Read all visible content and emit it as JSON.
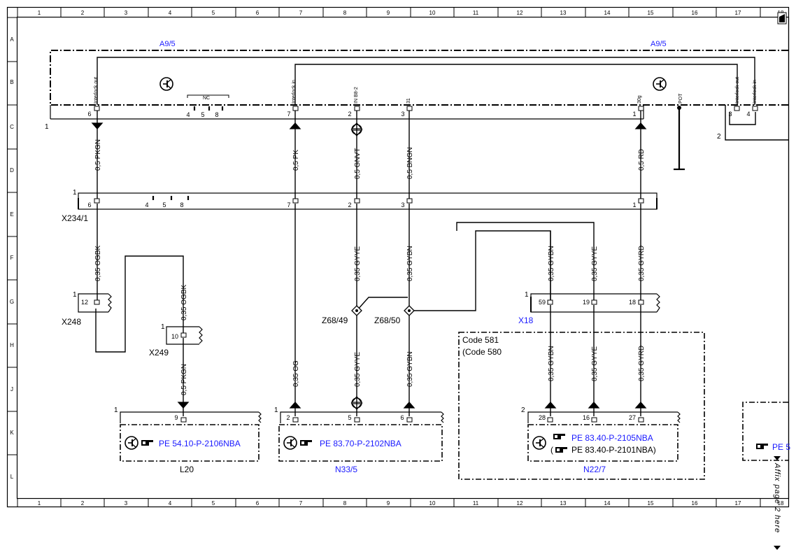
{
  "grid": {
    "columns": [
      "1",
      "2",
      "3",
      "4",
      "5",
      "6",
      "7",
      "8",
      "9",
      "10",
      "11",
      "12",
      "13",
      "14",
      "15",
      "16",
      "17",
      "18"
    ],
    "rows": [
      "A",
      "B",
      "C",
      "D",
      "E",
      "F",
      "G",
      "H",
      "J",
      "K",
      "L"
    ]
  },
  "components": {
    "a9_left": "A9/5",
    "a9_right": "A9/5",
    "x234": "X234/1",
    "x248": "X248",
    "x249": "X249",
    "x18": "X18",
    "z68_49": "Z68/49",
    "z68_50": "Z68/50",
    "l20": "L20",
    "n33": "N33/5",
    "n22": "N22/7"
  },
  "a9_pins": {
    "interlock_out": "Interlock out",
    "interlock_in": "Interlock in",
    "in_b8": "IN B8-2",
    "p31": "31",
    "p30g": "30g",
    "pot": "POT",
    "nc": "NC",
    "interlock_out_r": "Interlock out",
    "interlock_in_r": "Interlock in"
  },
  "pin_numbers": {
    "a9_6": "6",
    "a9_4": "4",
    "a9_5": "5",
    "a9_8": "8",
    "a9_7": "7",
    "a9_2": "2",
    "a9_3": "3",
    "a9_1": "1",
    "a9_r3": "3",
    "a9_r4": "4",
    "x234_6": "6",
    "x234_4": "4",
    "x234_5": "5",
    "x234_8": "8",
    "x234_7": "7",
    "x234_2": "2",
    "x234_3": "3",
    "x234_1": "1",
    "x248_12": "12",
    "x249_10": "10",
    "x18_59": "59",
    "x18_19": "19",
    "x18_18": "18",
    "l20_9": "9",
    "n33_2": "2",
    "n33_5": "5",
    "n33_6": "6",
    "n22_28": "28",
    "n22_16": "16",
    "n22_27": "27"
  },
  "side_marks": {
    "a9_c": "1",
    "a9_right2": "2",
    "x234_e": "1",
    "x248_g": "1",
    "x249_h": "1",
    "x18_g": "1",
    "l20_k": "1",
    "n33_k": "1",
    "n22_k": "2"
  },
  "wires": {
    "w1": "0,5 PKGN",
    "w2": "0,5 PK",
    "w3": "0,5 GNVT",
    "w4": "0,5 BNGN",
    "w5": "0,5 RD",
    "w6": "0,35 OGBK",
    "w7": "0,35 OGBK",
    "w8": "0,35 GYYE",
    "w9": "0,35 GYBN",
    "w10": "0,35 GYBN",
    "w11": "0,35 GYYE",
    "w12": "0,35 GYRD",
    "w13": "0,5 PKGN",
    "w14": "0,35 OG",
    "w15": "0,35 GYYE",
    "w16": "0,35 GYBN",
    "w17": "0,35 GYBN",
    "w18": "0,35 GYYE",
    "w19": "0,35 GYRD"
  },
  "codes": {
    "code581": "Code 581",
    "code580": "(Code 580"
  },
  "references": {
    "l20": "PE 54.10-P-2106NBA",
    "n33": "PE 83.70-P-2102NBA",
    "n22a": "PE 83.40-P-2105NBA",
    "n22b_open": "(",
    "n22b": "PE 83.40-P-2101NBA)",
    "right": "PE 5"
  },
  "affix_note": "Affix page 2 here",
  "colors": {
    "link_blue": "#1a1aff",
    "ink": "#000000"
  }
}
